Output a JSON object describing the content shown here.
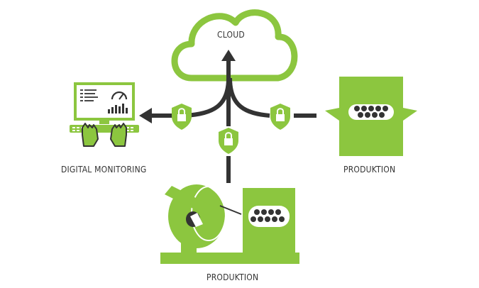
{
  "labels": {
    "cloud": "CLOUD",
    "digital_monitoring": "DIGITAL MONITORING",
    "production_right": "PRODUKTION",
    "production_bottom": "PRODUKTION"
  },
  "colors": {
    "green": "#8cc63f",
    "dark": "#333333",
    "white": "#ffffff"
  },
  "icons": [
    "cloud-icon",
    "monitor-icon",
    "lock-icon",
    "machine-icon",
    "cable-drum-icon"
  ]
}
